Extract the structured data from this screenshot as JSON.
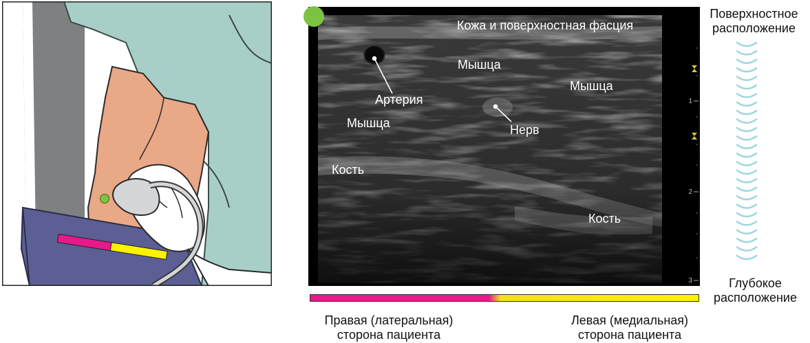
{
  "labels": {
    "skin_fascia": "Кожа и поверхностная фасция",
    "muscle_top": "Мышца",
    "muscle_right": "Мышца",
    "muscle_left": "Мышца",
    "artery": "Артерия",
    "nerve": "Нерв",
    "bone_left": "Кость",
    "bone_right": "Кость"
  },
  "depth_scale": {
    "ticks": [
      "1",
      "2",
      "3"
    ]
  },
  "orientation": {
    "superficial_line1": "Поверхностное",
    "superficial_line2": "расположение",
    "deep_line1": "Глубокое",
    "deep_line2": "расположение",
    "right_side_line1": "Правая (латеральная)",
    "right_side_line2": "сторона пациента",
    "left_side_line1": "Левая (медиальная)",
    "left_side_line2": "сторона пациента"
  },
  "colors": {
    "marker_green": "#7dc242",
    "lateral_magenta": "#e8198b",
    "medial_yellow": "#fff200",
    "wave_cyan": "#9fd6e0",
    "drape_teal": "#a7cfc8",
    "skin": "#e9a886",
    "cuff_blue": "#5b5f93"
  }
}
